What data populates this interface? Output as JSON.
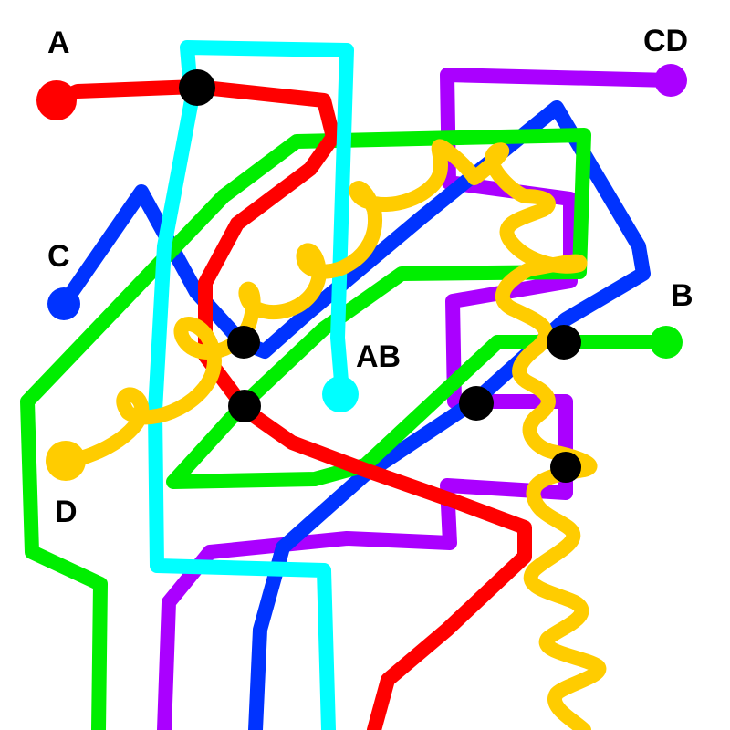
{
  "labels": {
    "a": "A",
    "b": "B",
    "c": "C",
    "d": "D",
    "ab": "AB",
    "cd": "CD"
  },
  "colors": {
    "red": "#ff0000",
    "cyan": "#00ffff",
    "blue": "#0033ff",
    "green": "#00ee00",
    "purple": "#aa00ff",
    "yellow": "#ffcc00",
    "junction": "#000000"
  }
}
